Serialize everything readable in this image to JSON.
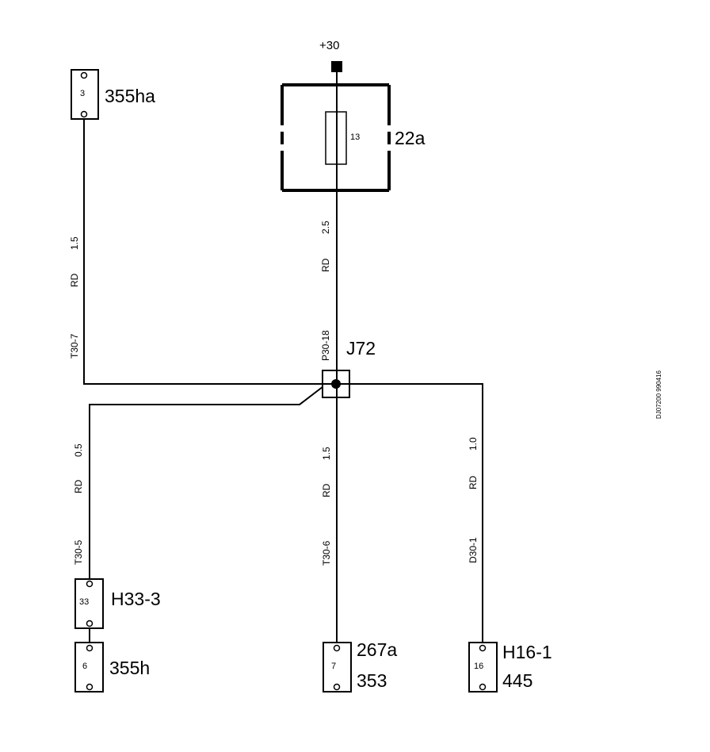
{
  "supply": {
    "label": "+30"
  },
  "fuse": {
    "id": "22a",
    "number": "13"
  },
  "junction": {
    "id": "J72"
  },
  "connectors": {
    "top_left": {
      "pin": "3",
      "label": "355ha"
    },
    "h33": {
      "pin": "33",
      "label": "H33-3"
    },
    "bottom_left": {
      "pin": "6",
      "label": "355h"
    },
    "bottom_mid": {
      "pin": "7",
      "label": "267a",
      "label2": "353"
    },
    "bottom_right": {
      "pin": "16",
      "label": "H16-1",
      "label2": "445"
    }
  },
  "wires": {
    "left_top": {
      "size": "1.5",
      "color": "RD",
      "terminal": "T30-7"
    },
    "fuse_down": {
      "size": "2.5",
      "color": "RD",
      "terminal": "P30-18"
    },
    "left_bottom": {
      "size": "0.5",
      "color": "RD",
      "terminal": "T30-5"
    },
    "mid_bottom": {
      "size": "1.5",
      "color": "RD",
      "terminal": "T30-6"
    },
    "right_bottom": {
      "size": "1.0",
      "color": "RD",
      "terminal": "D30-1"
    }
  },
  "diagram_code": "DJ07200 990416"
}
